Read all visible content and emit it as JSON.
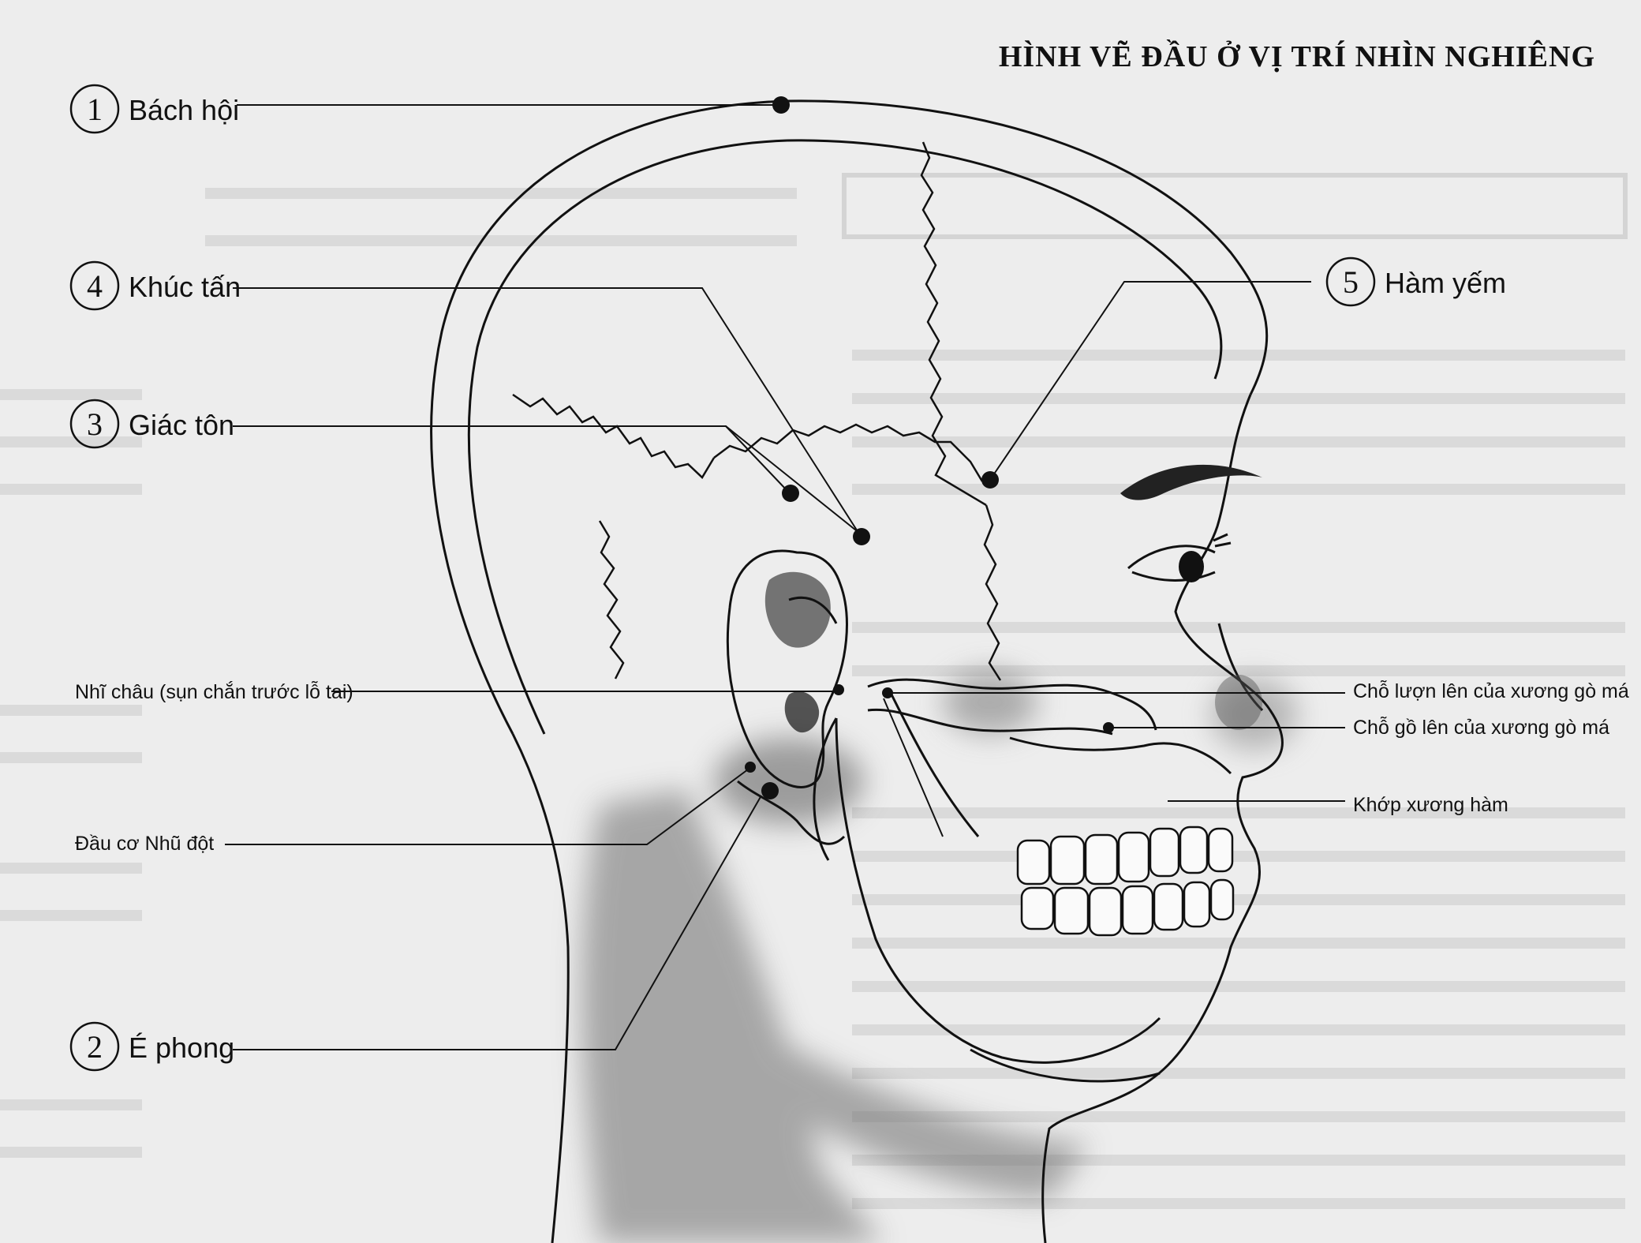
{
  "title": "HÌNH VẼ ĐẦU Ở VỊ TRÍ NHÌN NGHIÊNG",
  "points": [
    {
      "number": "1",
      "label": "Bách hội"
    },
    {
      "number": "4",
      "label": "Khúc tấn"
    },
    {
      "number": "3",
      "label": "Giác tôn"
    },
    {
      "number": "5",
      "label": "Hàm yếm"
    },
    {
      "number": "2",
      "label": "É phong"
    }
  ],
  "annotations": {
    "nhi_chau": "Nhĩ châu (sụn chắn trước lỗ tai)",
    "dau_co": "Đầu cơ Nhũ đột",
    "cho_luon": "Chỗ lượn lên của xương gò má",
    "cho_go": "Chỗ gồ lên của xương gò má",
    "khop": "Khớp xương hàm"
  },
  "colors": {
    "ink": "#111111",
    "paper": "#eeeeee",
    "shade": "#7a7a7a"
  }
}
